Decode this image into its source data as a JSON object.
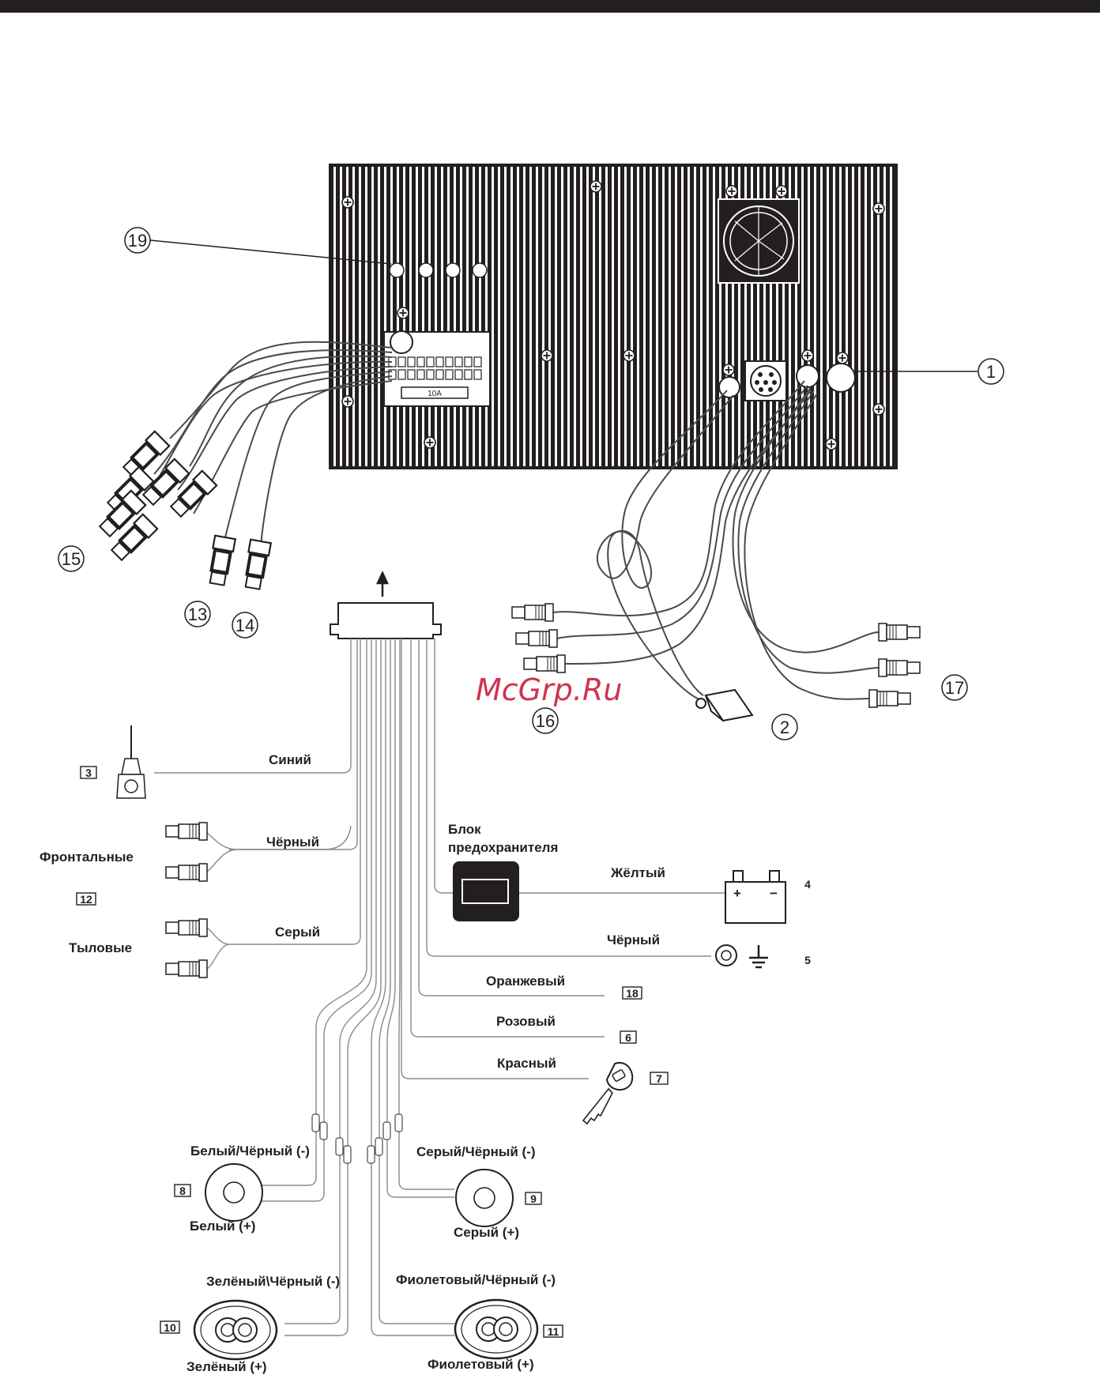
{
  "watermark": "McGrp.Ru",
  "fuse_rating": "10A",
  "callouts": [
    {
      "id": "c1",
      "text": "1"
    },
    {
      "id": "c2",
      "text": "2"
    },
    {
      "id": "c13",
      "text": "13"
    },
    {
      "id": "c14",
      "text": "14"
    },
    {
      "id": "c15",
      "text": "15"
    },
    {
      "id": "c16",
      "text": "16"
    },
    {
      "id": "c17",
      "text": "17"
    },
    {
      "id": "c19",
      "text": "19"
    }
  ],
  "box_numbers": {
    "b3": "3",
    "b4": "4",
    "b5": "5",
    "b6": "6",
    "b7": "7",
    "b8": "8",
    "b9": "9",
    "b10": "10",
    "b11": "11",
    "b12": "12",
    "b18": "18"
  },
  "labels": {
    "antenna_wire": "Синий",
    "front_wire": "Чёрный",
    "front_group": "Фронтальные",
    "rear_group": "Тыловые",
    "rear_wire": "Серый",
    "fuse_block_line1": "Блок",
    "fuse_block_line2": "предохранителя",
    "battery_wire": "Жёлтый",
    "ground_wire": "Чёрный",
    "orange_wire": "Оранжевый",
    "pink_wire": "Розовый",
    "red_wire": "Красный",
    "spk8_neg": "Белый/Чёрный (-)",
    "spk8_pos": "Белый (+)",
    "spk9_neg": "Серый/Чёрный (-)",
    "spk9_pos": "Серый (+)",
    "spk10_neg": "Зелёный\\Чёрный (-)",
    "spk10_pos": "Зелёный (+)",
    "spk11_neg": "Фиолетовый/Чёрный (-)",
    "spk11_pos": "Фиолетовый (+)"
  },
  "battery_symbols": {
    "plus": "+",
    "minus": "−"
  }
}
